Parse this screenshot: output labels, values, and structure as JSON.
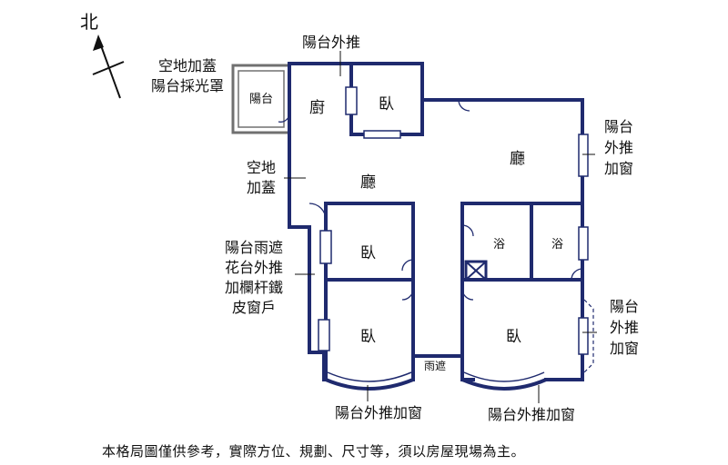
{
  "colors": {
    "wall": "#1f2a6e",
    "balcony": "#707070",
    "text": "#111111"
  },
  "compass": {
    "north_label": "北",
    "icon": "north-arrow-icon"
  },
  "rooms": {
    "balcony": "陽台",
    "kitchen": "廚",
    "bedroom_top": "臥",
    "living_right": "廳",
    "living_center": "廳",
    "bedroom_middle": "臥",
    "bath_left": "浴",
    "bath_right": "浴",
    "bedroom_bottom_left": "臥",
    "bedroom_bottom_right": "臥",
    "canopy": "雨遮"
  },
  "annotations": {
    "balcony_cover": [
      "空地加蓋",
      "陽台採光罩"
    ],
    "balcony_push_top": "陽台外推",
    "right_balcony_top": [
      "陽台",
      "外推",
      "加窗"
    ],
    "empty_lot": [
      "空地",
      "加蓋"
    ],
    "left_mod": [
      "陽台雨遮",
      "花台外推",
      "加欄杆鐵",
      "皮窗戶"
    ],
    "right_balcony_bottom": [
      "陽台",
      "外推",
      "加窗"
    ],
    "bottom_left_push": "陽台外推加窗",
    "bottom_right_push": "陽台外推加窗"
  },
  "footer": {
    "disclaimer": "本格局圖僅供參考，實際方位、規劃、尺寸等，須以房屋現場為主。"
  }
}
